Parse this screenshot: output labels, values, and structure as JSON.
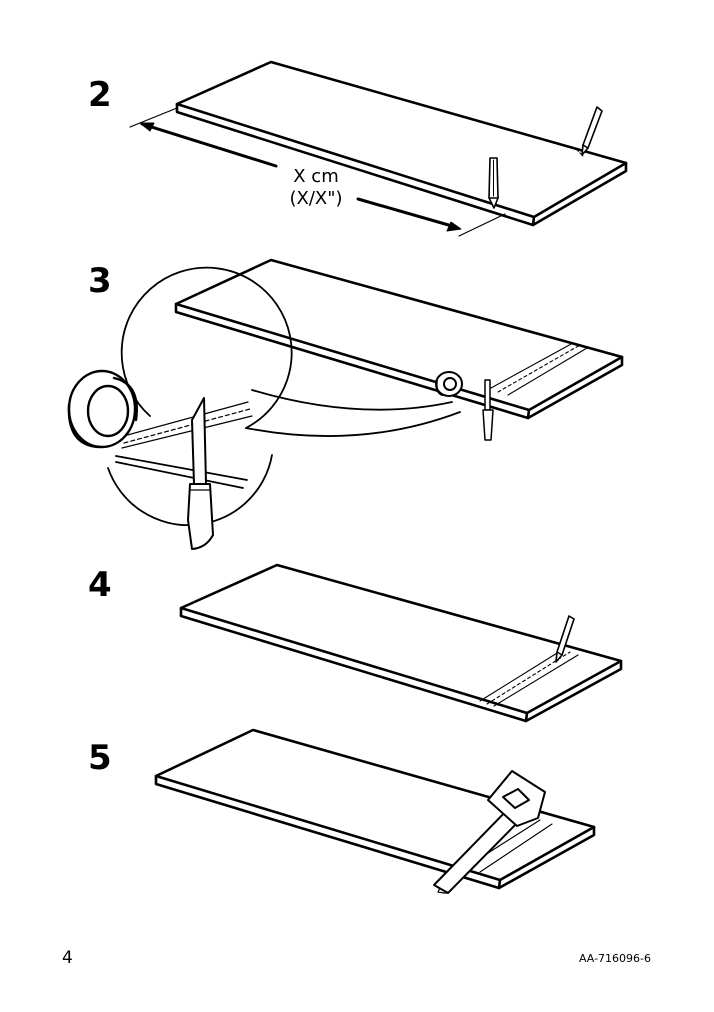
{
  "steps": [
    {
      "number": "2"
    },
    {
      "number": "3"
    },
    {
      "number": "4"
    },
    {
      "number": "5"
    }
  ],
  "dimension": {
    "line1": "X cm",
    "line2": "(X/X\")"
  },
  "footer": {
    "page_number": "4",
    "doc_code": "AA-716096-6"
  }
}
